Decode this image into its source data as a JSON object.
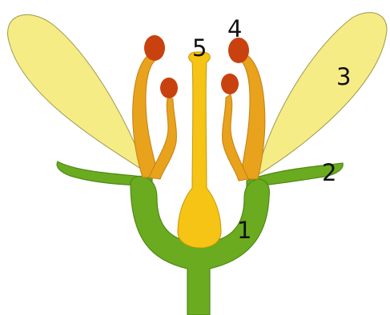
{
  "labels": {
    "receptacle": "1",
    "sepal": "2",
    "petal": "3",
    "stamen": "4",
    "pistil": "5"
  },
  "colors": {
    "green": "#6aab20",
    "green_dark": "#4f8a14",
    "petal": "#f6ec86",
    "petal_stroke": "#9c9a4e",
    "filament": "#e8a21c",
    "filament_dark": "#c57f12",
    "anther": "#c9410e",
    "pistil": "#f5c414",
    "pistil_stroke": "#c8960a"
  }
}
